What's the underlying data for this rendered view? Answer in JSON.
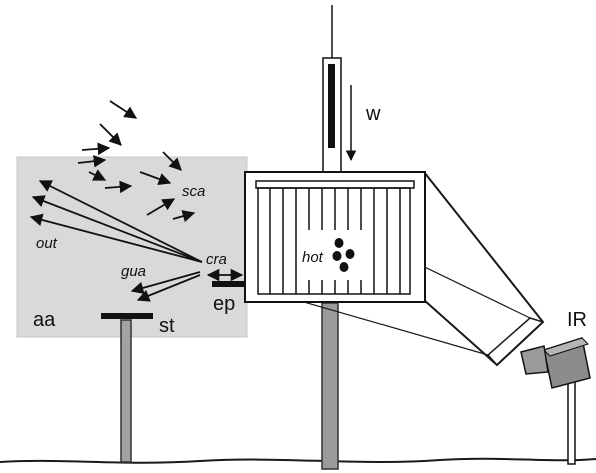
{
  "labels": {
    "w": "w",
    "sca": "sca",
    "out": "out",
    "cra": "cra",
    "gua": "gua",
    "hot": "hot",
    "aa": "aa",
    "st": "st",
    "ep": "ep",
    "ir": "IR"
  },
  "colors": {
    "air_box": "#d9d9d9",
    "stroke": "#1a1a1a",
    "pole": "#9a9a9a",
    "camera": "#8c8c8c"
  }
}
